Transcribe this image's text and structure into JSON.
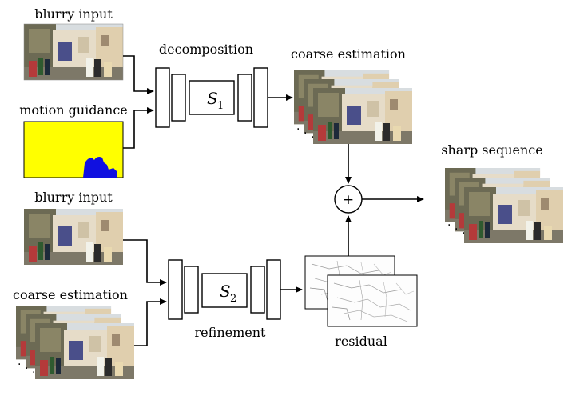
{
  "labels": {
    "blurry_input_top": "blurry input",
    "motion_guidance": "motion guidance",
    "decomposition": "decomposition",
    "coarse_estimation_top": "coarse estimation",
    "sharp_sequence": "sharp sequence",
    "blurry_input_bottom": "blurry input",
    "coarse_estimation_bottom": "coarse estimation",
    "refinement": "refinement",
    "residual": "residual"
  },
  "networks": {
    "s1": {
      "symbol": "S",
      "subscript": "1"
    },
    "s2": {
      "symbol": "S",
      "subscript": "2"
    }
  },
  "operator": {
    "symbol": "+"
  },
  "colors": {
    "motion_background": "#ffff00",
    "motion_blob": "#1010e0"
  }
}
